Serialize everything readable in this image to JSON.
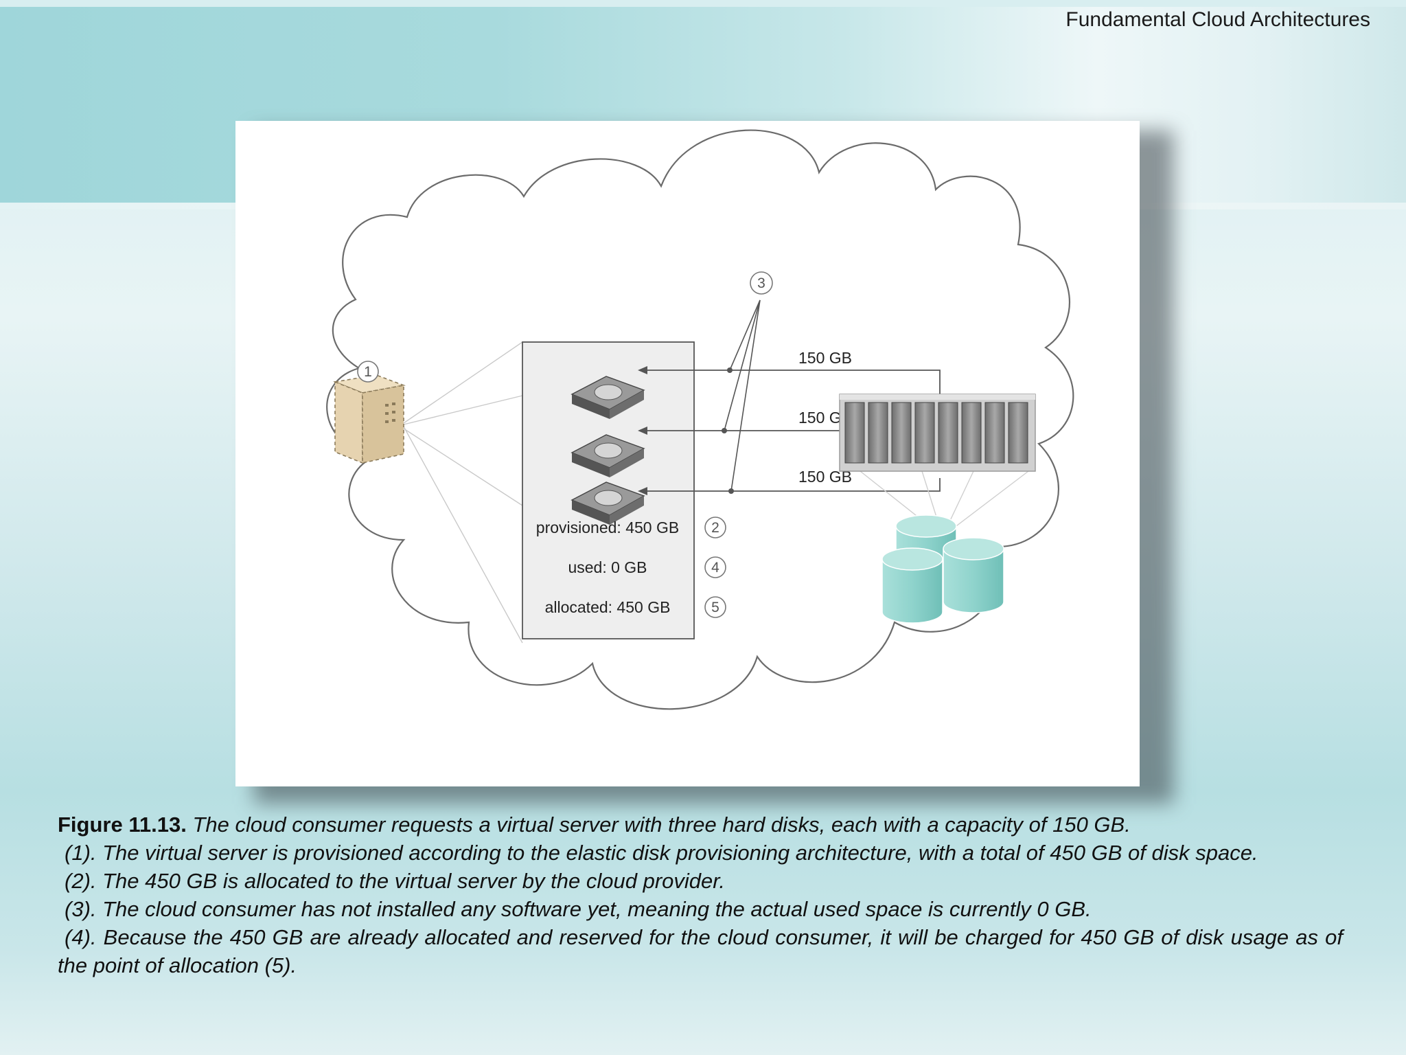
{
  "header": {
    "title": "Fundamental Cloud Architectures"
  },
  "diagram": {
    "callouts": [
      "1",
      "2",
      "3",
      "4",
      "5"
    ],
    "disk_labels": [
      "150 GB",
      "150 GB",
      "150 GB"
    ],
    "storage_box": {
      "provisioned": "provisioned: 450 GB",
      "used": "used: 0 GB",
      "allocated": "allocated: 450 GB"
    }
  },
  "caption": {
    "label": "Figure 11.13.",
    "lines": [
      "The cloud consumer requests a virtual server with three hard disks, each with a capacity of 150 GB.",
      "(1). The virtual server is provisioned according to the elastic disk provisioning architecture, with a total of 450 GB of disk space.",
      "(2). The 450 GB is allocated to the virtual server by the cloud provider.",
      "(3). The cloud consumer has not installed any software yet, meaning the actual used space is currently 0 GB.",
      "(4). Because the 450 GB are already allocated and reserved for the cloud consumer, it will be charged for 450 GB of disk usage as of the point of allocation (5)."
    ]
  },
  "colors": {
    "band": "#9fd6da",
    "cylinder": "#8fd3cc",
    "server_box": "#e6d3b0"
  }
}
